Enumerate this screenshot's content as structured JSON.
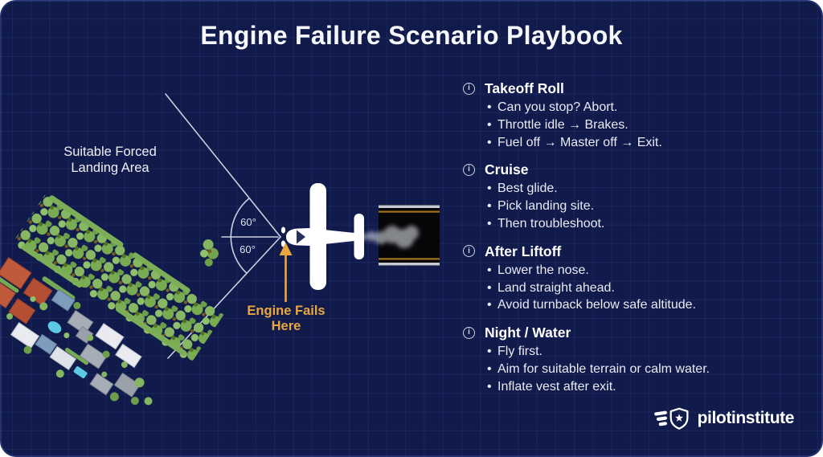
{
  "title": "Engine Failure Scenario Playbook",
  "icons": {
    "info": "i"
  },
  "diagram": {
    "landing_area_line1": "Suitable Forced",
    "landing_area_line2": "Landing Area",
    "angle_top": "60°",
    "angle_bottom": "60°",
    "engine_fails_line1": "Engine Fails",
    "engine_fails_line2": "Here"
  },
  "sections": [
    {
      "title": "Takeoff Roll",
      "bullets": [
        "Can you stop? Abort.",
        "Throttle idle → Brakes.",
        "Fuel off → Master off → Exit."
      ]
    },
    {
      "title": "Cruise",
      "bullets": [
        "Best glide.",
        "Pick landing site.",
        "Then troubleshoot."
      ]
    },
    {
      "title": "After Liftoff",
      "bullets": [
        "Lower the nose.",
        "Land straight ahead.",
        "Avoid turnback below safe altitude."
      ]
    },
    {
      "title": "Night / Water",
      "bullets": [
        "Fly first.",
        "Aim for suitable terrain or calm water.",
        "Inflate vest after exit."
      ]
    }
  ],
  "logo": {
    "text": "pilotinstitute"
  },
  "colors": {
    "background": "#101a4b",
    "accent_orange": "#eaa63f",
    "text": "#f0f1f7",
    "diagram_line": "#ccd1e0",
    "forest_green": "#84b561",
    "roof_red": "#c05a3c",
    "pool_blue": "#5ec9e4",
    "runway_black": "#060608",
    "runway_stripe": "#c6cad4",
    "runway_line_orange": "#a5731d"
  }
}
